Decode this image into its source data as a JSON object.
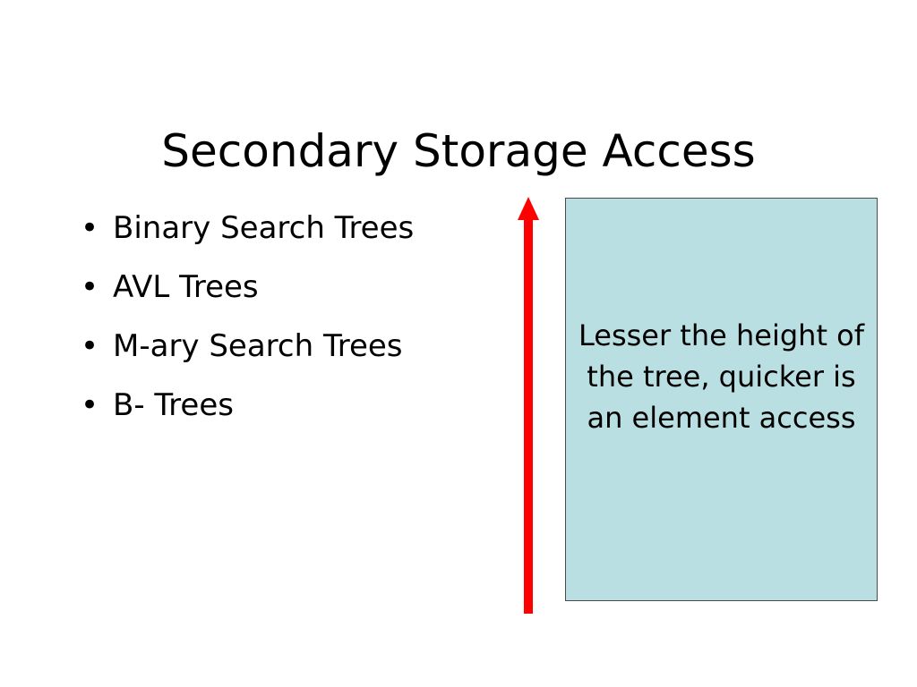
{
  "slide": {
    "title": "Secondary Storage Access",
    "bullets": [
      {
        "label": "Binary Search Trees"
      },
      {
        "label": "AVL Trees"
      },
      {
        "label": "M-ary Search Trees"
      },
      {
        "label": "B- Trees"
      }
    ],
    "bullet_glyph": "•",
    "note": "Lesser the height of the tree, quicker is an element access"
  },
  "colors": {
    "background": "#ffffff",
    "arrow": "#ff0000",
    "note_fill": "#badfe2",
    "note_border": "#4a4a4a"
  }
}
